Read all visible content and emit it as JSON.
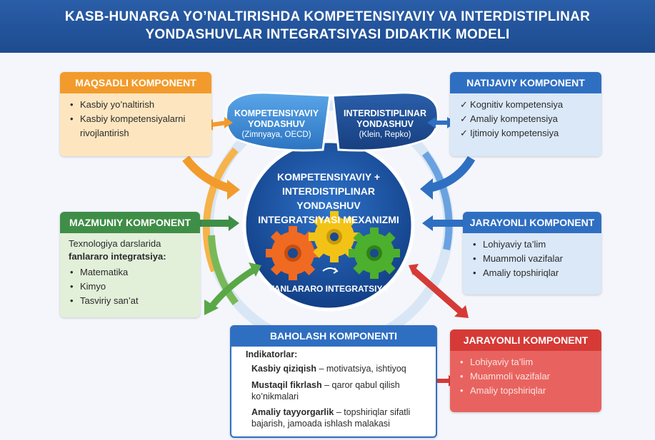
{
  "header": {
    "line1": "KASB-HUNARGA YO’NALTIRISHDA KOMPETENSIYAVIY VA INTERDISTIPLINAR",
    "line2": "YONDASHUVLAR INTEGRATSIYASI DIDAKTIK MODELI"
  },
  "maqsadli": {
    "title": "MAQSADLI KOMPONENT",
    "items": [
      "Kasbiy yo’naltirish",
      "Kasbiy kompetensiyalarni",
      "rivojlantirish"
    ]
  },
  "natijaviy": {
    "title": "NATIJAVIY KOMPONENT",
    "items": [
      "Kognitiv kompetensiya",
      "Amaliy kompetensiya",
      "Ijtimoiy kompetensiya"
    ]
  },
  "kompetensiyaviy": {
    "line1": "KOMPETENSIYAVIY",
    "line2": "YONDASHUV",
    "sub": "(Zimnyaya, OECD)"
  },
  "interdistiplinar": {
    "line1": "INTERDISTIPLINAR",
    "line2": "YONDASHUV",
    "sub": "(Klein, Repko)"
  },
  "center": {
    "line1": "KOMPETENSIYAVIY +",
    "line2": "INTERDISTIPLINAR YONDASHUV",
    "line3": "INTEGRATSIYASI MEXANIZMI",
    "bottom": "FANLARARO INTEGRATSIYA"
  },
  "mazmuniy": {
    "title": "MAZMUNIY KOMPONENT",
    "intro1": "Texnologiya darslarida",
    "intro2": "fanlararo integratsiya:",
    "items": [
      "Matematika",
      "Kimyo",
      "Tasviriy san’at"
    ]
  },
  "jarayonli": {
    "title": "JARAYONLI KOMPONENT",
    "items": [
      "Lohiyaviy ta’lim",
      "Muammoli vazifalar",
      "Amaliy topshiriqlar"
    ]
  },
  "jarayonli2": {
    "title": "JARAYONLI KOMPONENT",
    "items": [
      "Lohiyaviy ta’lim",
      "Muammoli vazifalar",
      "Amaliy topshiriqlar"
    ]
  },
  "baholash": {
    "title": "BAHOLASH KOMPONENTI",
    "label": "Indikatorlar:",
    "items": [
      {
        "bold": "Kasbiy qiziqish",
        "rest": " – motivatsiya, ishtiyoq"
      },
      {
        "bold": "Mustaqil fikrlash",
        "rest": " – qaror qabul qilish",
        "rest2": "ko’nikmalari"
      },
      {
        "bold": "Amaliy tayyorgarlik",
        "rest": " – topshiriqlar sifatli",
        "rest2": "bajarish, jamoada ishlash malakasi"
      }
    ]
  },
  "colors": {
    "orange": "#f29b2c",
    "blue": "#2f6fc2",
    "green": "#3f8e47",
    "red": "#d63a36",
    "navy": "#1d4b8f"
  }
}
